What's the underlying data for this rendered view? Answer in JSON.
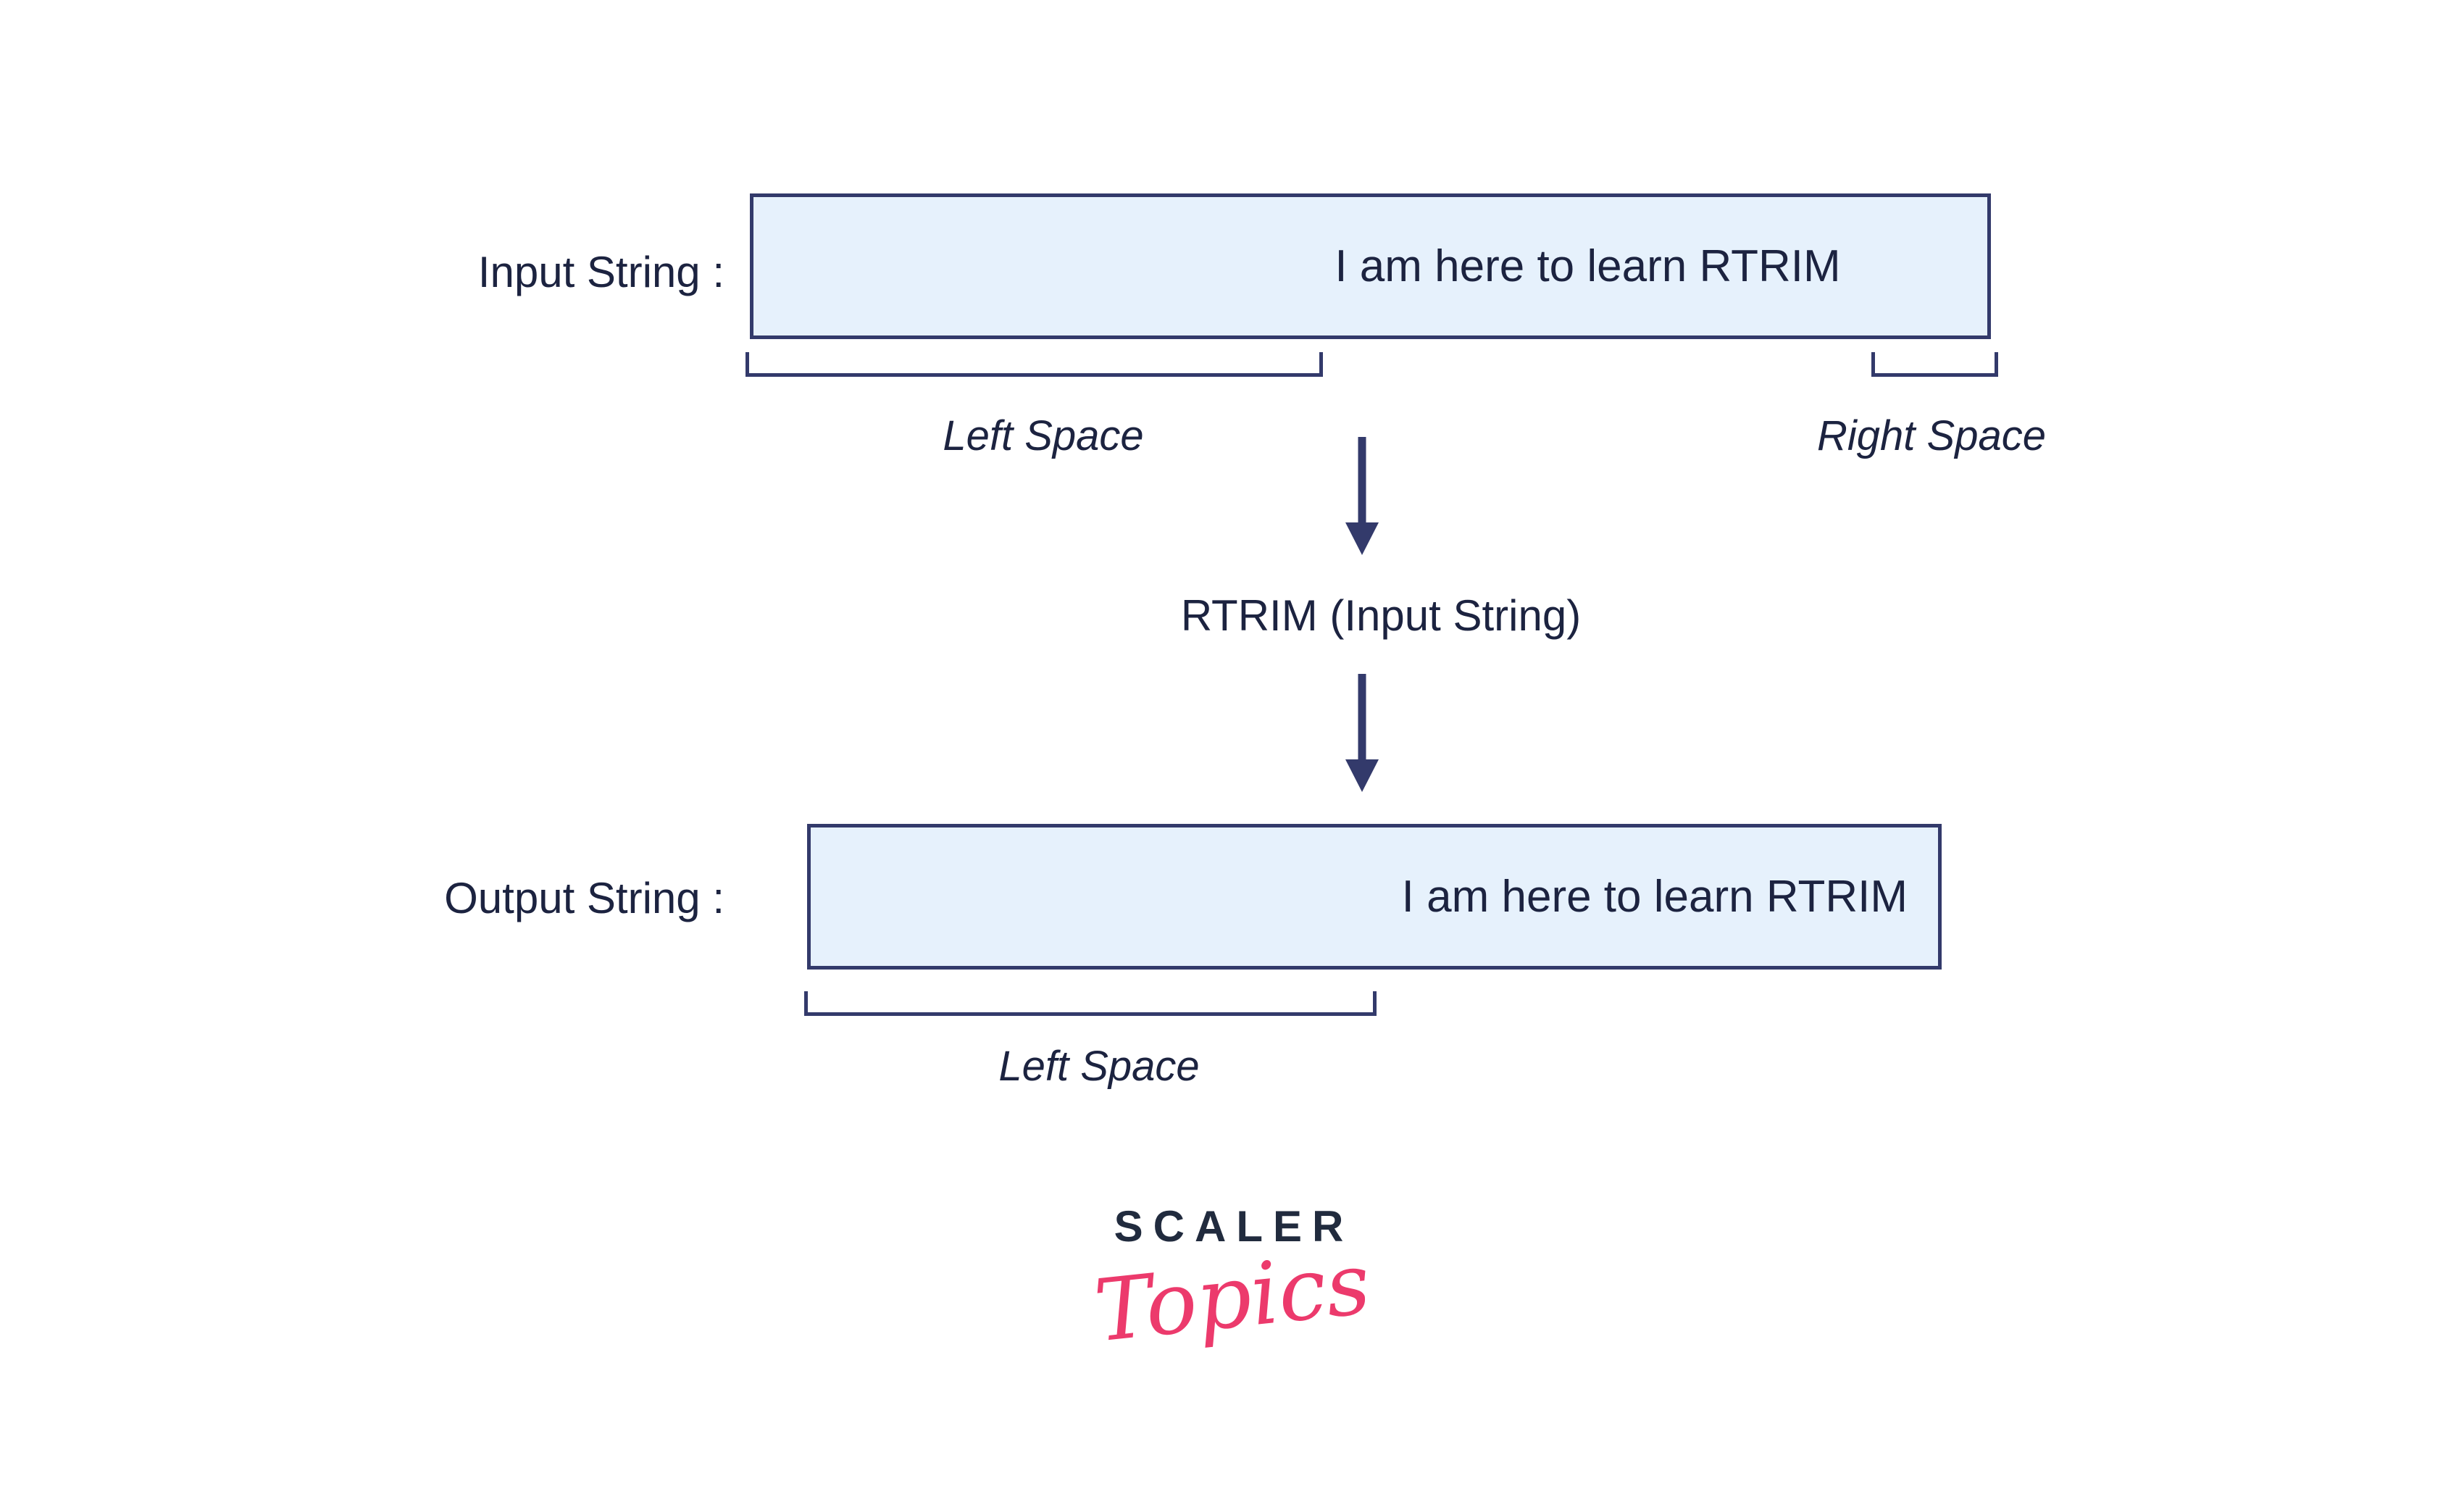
{
  "theme": {
    "box_fill": "#e6f1fc",
    "box_border": "#333a6b",
    "arrow": "#333a6b",
    "text": "#1c2340",
    "logo_navy": "#212b3e",
    "logo_pink": "#ec3a6c",
    "bg": "#ffffff"
  },
  "diagram": {
    "input": {
      "label": "Input String :",
      "value": "I am here to learn RTRIM",
      "left_space_label": "Left Space",
      "right_space_label": "Right Space"
    },
    "function_label": "RTRIM (Input String)",
    "output": {
      "label": "Output String :",
      "value": "I am here to learn RTRIM",
      "left_space_label": "Left Space"
    }
  },
  "logo": {
    "brand": "SCALER",
    "product": "Topics"
  }
}
